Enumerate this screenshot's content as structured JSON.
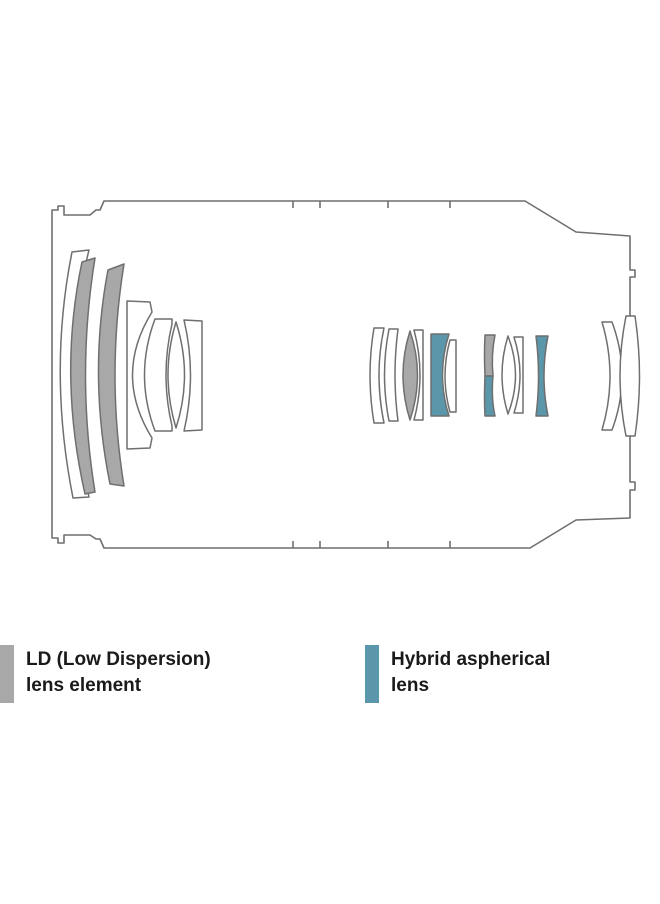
{
  "colors": {
    "outline": "#6f6f6f",
    "ld_element": "#a8a8a8",
    "hybrid_aspherical": "#5b97aa",
    "background": "#ffffff"
  },
  "legend": [
    {
      "key": "ld",
      "line1": "LD (Low Dispersion)",
      "line2": "lens element",
      "color": "#a8a8a8"
    },
    {
      "key": "hybrid",
      "line1": "Hybrid aspherical",
      "line2": "lens",
      "color": "#5b97aa"
    }
  ]
}
